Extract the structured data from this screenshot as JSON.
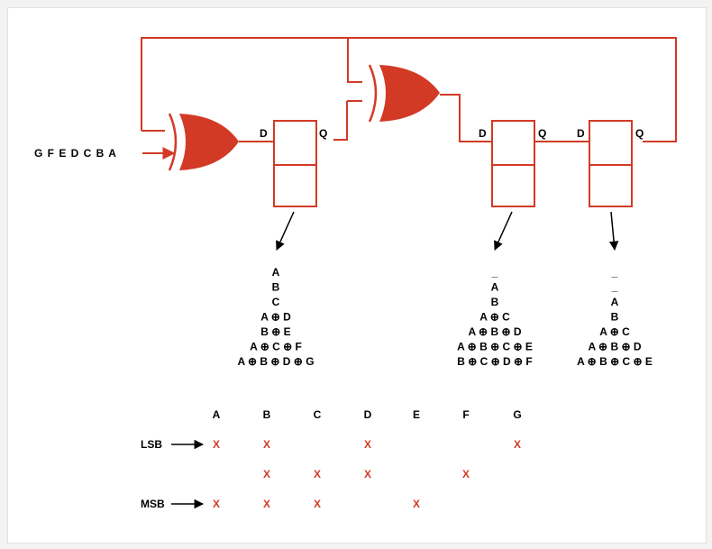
{
  "input_sequence": "G F E D C B A",
  "ports": {
    "d": "D",
    "q": "Q"
  },
  "stage1_terms": [
    "A",
    "B",
    "C",
    "A ⊕ D",
    "B ⊕ E",
    "A ⊕ C ⊕ F",
    "A ⊕ B ⊕ D ⊕ G"
  ],
  "stage2_terms": [
    "_",
    "A",
    "B",
    "A ⊕ C",
    "A ⊕ B ⊕ D",
    "A ⊕ B ⊕ C ⊕ E",
    "B ⊕ C ⊕ D ⊕ F"
  ],
  "stage3_terms": [
    "_",
    "_",
    "A",
    "B",
    "A ⊕ C",
    "A ⊕ B ⊕ D",
    "A ⊕ B ⊕ C ⊕ E"
  ],
  "table": {
    "columns": [
      "A",
      "B",
      "C",
      "D",
      "E",
      "F",
      "G"
    ],
    "row_labels": [
      "LSB",
      "",
      "MSB"
    ],
    "mark": "X",
    "rows": [
      [
        1,
        1,
        0,
        1,
        0,
        0,
        1
      ],
      [
        0,
        1,
        1,
        1,
        0,
        1,
        0
      ],
      [
        1,
        1,
        1,
        0,
        1,
        0,
        0
      ]
    ]
  },
  "colors": {
    "accent": "#d23a26",
    "ink": "#000000"
  }
}
